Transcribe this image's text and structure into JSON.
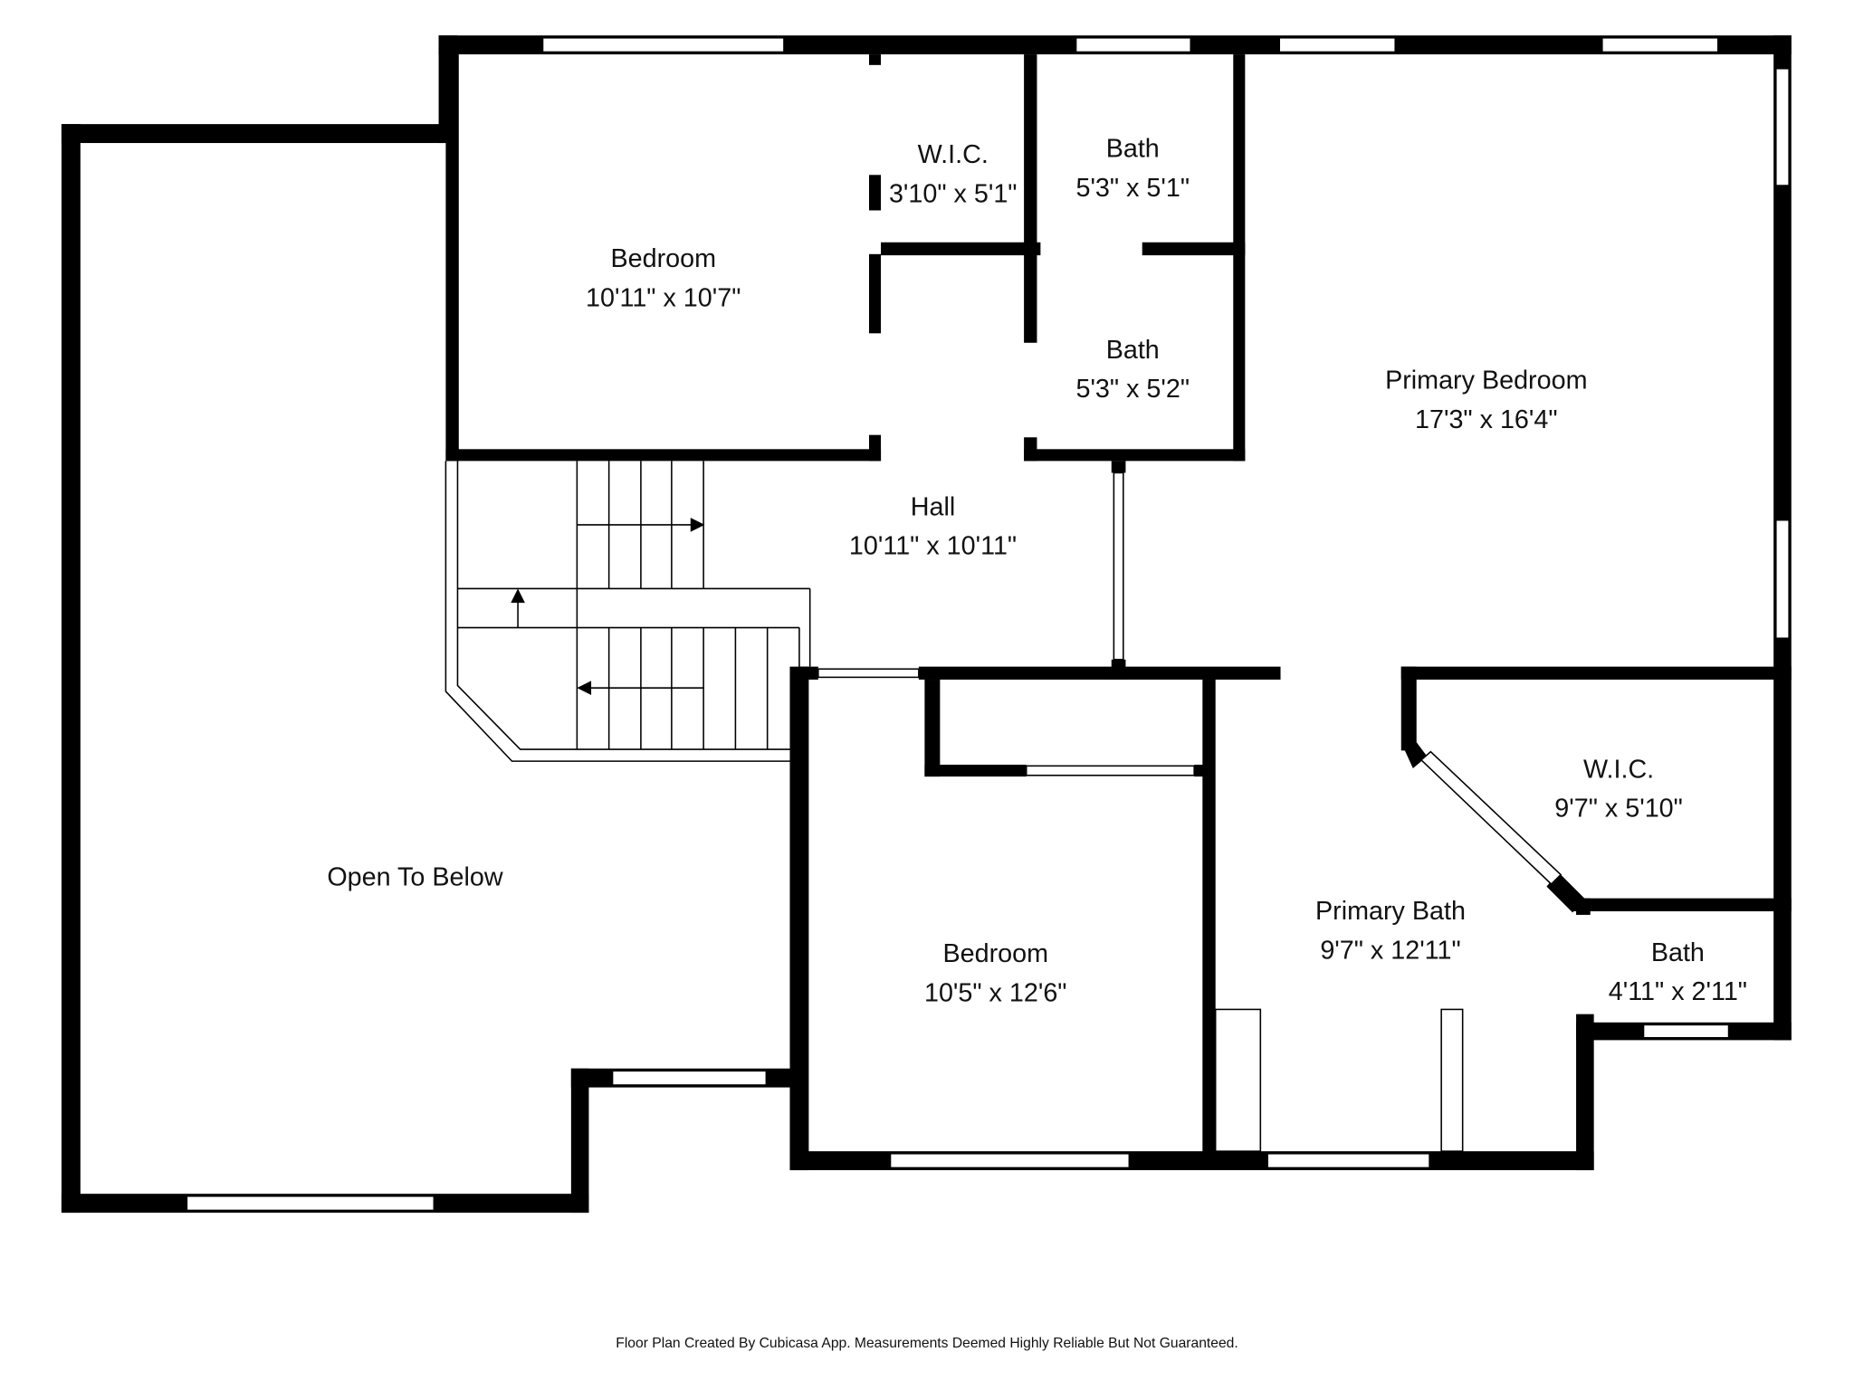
{
  "rooms": [
    {
      "name": "Bedroom",
      "size": "10'11\" x 10'7\""
    },
    {
      "name": "W.I.C.",
      "size": "3'10\" x 5'1\""
    },
    {
      "name": "Bath",
      "size": "5'3\" x 5'1\""
    },
    {
      "name": "Bath",
      "size": "5'3\" x 5'2\""
    },
    {
      "name": "Primary Bedroom",
      "size": "17'3\" x 16'4\""
    },
    {
      "name": "Hall",
      "size": "10'11\" x 10'11\""
    },
    {
      "name": "Open To Below",
      "size": ""
    },
    {
      "name": "Bedroom",
      "size": "10'5\" x 12'6\""
    },
    {
      "name": "Primary Bath",
      "size": "9'7\" x 12'11\""
    },
    {
      "name": "W.I.C.",
      "size": "9'7\" x 5'10\""
    },
    {
      "name": "Bath",
      "size": "4'11\" x 2'11\""
    }
  ],
  "footer": "Floor Plan Created By Cubicasa App. Measurements Deemed Highly Reliable But Not Guaranteed."
}
